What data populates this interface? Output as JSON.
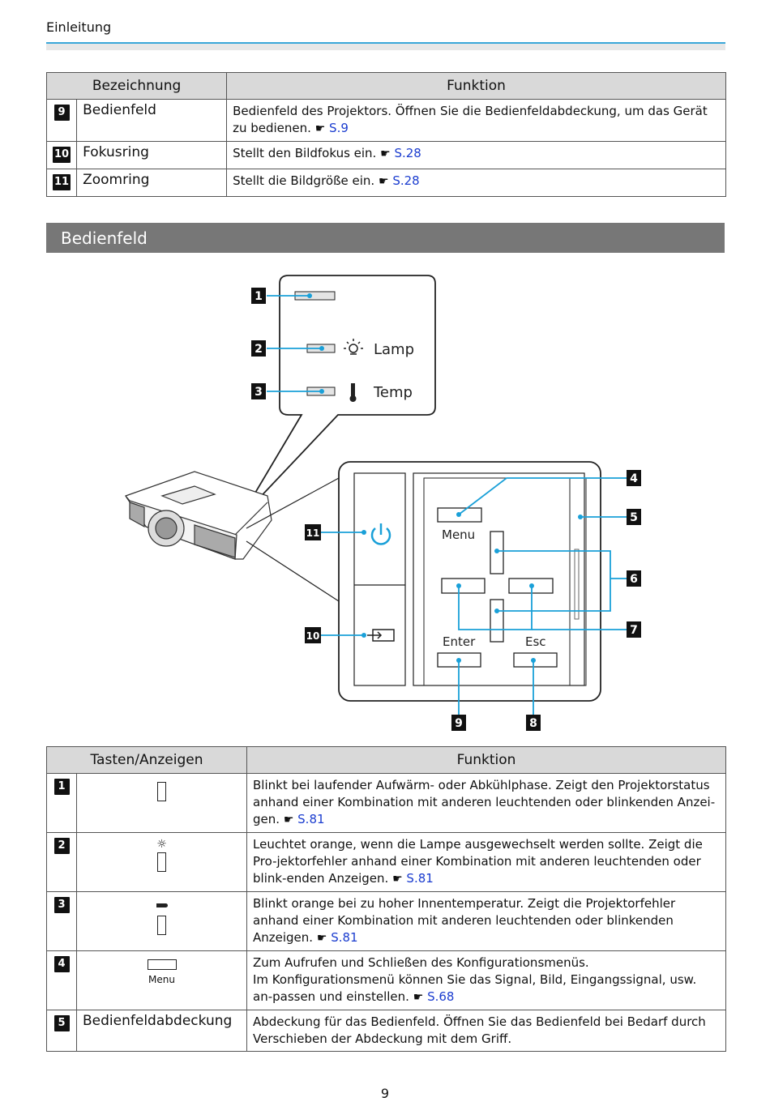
{
  "header": {
    "title": "Einleitung"
  },
  "table1": {
    "col_name": "Bezeichnung",
    "col_function": "Funktion",
    "rows": [
      {
        "num": "9",
        "name": "Bedienfeld",
        "text": "Bedienfeld des Projektors. Öffnen Sie die Bedienfeldabdeckung, um das Gerät zu bedienen.",
        "ref": "S.9"
      },
      {
        "num": "10",
        "name": "Fokusring",
        "text": "Stellt den Bildfokus ein.",
        "ref": "S.28"
      },
      {
        "num": "11",
        "name": "Zoomring",
        "text": "Stellt die Bildgröße ein.",
        "ref": "S.28"
      }
    ]
  },
  "section": {
    "title": "Bedienfeld"
  },
  "diagram": {
    "lamp_label": "Lamp",
    "temp_label": "Temp",
    "menu_label": "Menu",
    "enter_label": "Enter",
    "esc_label": "Esc",
    "callouts": [
      "1",
      "2",
      "3",
      "4",
      "5",
      "6",
      "7",
      "8",
      "9",
      "10",
      "11"
    ]
  },
  "table2": {
    "col_keys": "Tasten/Anzeigen",
    "col_function": "Funktion",
    "rows": [
      {
        "num": "1",
        "text": "Blinkt bei laufender Aufwärm- oder Abkühlphase. Zeigt den Projektorstatus anhand einer Kombination mit anderen leuchtenden oder blinkenden Anzei-gen.",
        "ref": "S.81"
      },
      {
        "num": "2",
        "text": "Leuchtet orange, wenn die Lampe ausgewechselt werden sollte. Zeigt die Pro-jektorfehler anhand einer Kombination mit anderen leuchtenden oder blink-enden Anzeigen.",
        "ref": "S.81"
      },
      {
        "num": "3",
        "text": "Blinkt orange bei zu hoher Innentemperatur. Zeigt die Projektorfehler anhand einer Kombination mit anderen leuchtenden oder blinkenden Anzeigen.",
        "ref": "S.81"
      },
      {
        "num": "4",
        "icon_caption": "Menu",
        "text": "Zum Aufrufen und Schließen des Konfigurationsmenüs.",
        "text2": "Im Konfigurationsmenü können Sie das Signal, Bild, Eingangssignal, usw. an-passen und einstellen.",
        "ref": "S.68"
      },
      {
        "num": "5",
        "name": "Bedienfeldabdeckung",
        "text": "Abdeckung für das Bedienfeld. Öffnen Sie das Bedienfeld bei Bedarf durch Verschieben der Abdeckung mit dem Griff."
      }
    ]
  },
  "page_number": "9"
}
